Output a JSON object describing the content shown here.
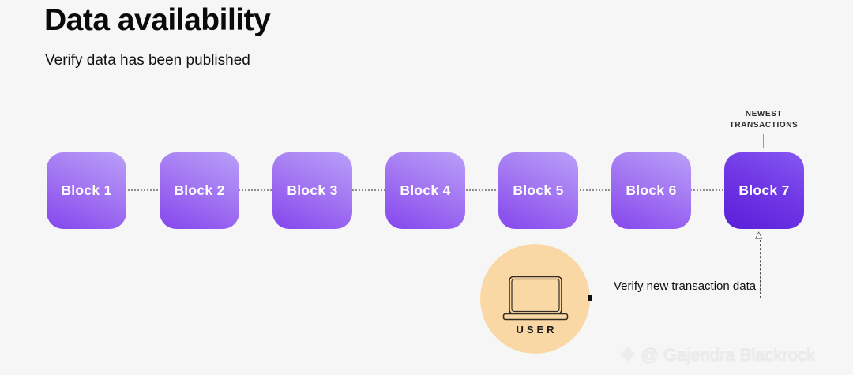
{
  "header": {
    "title": "Data availability",
    "subtitle": "Verify data has been published"
  },
  "diagram": {
    "blocks": [
      {
        "label": "Block 1"
      },
      {
        "label": "Block 2"
      },
      {
        "label": "Block 3"
      },
      {
        "label": "Block 4"
      },
      {
        "label": "Block 5"
      },
      {
        "label": "Block 6"
      },
      {
        "label": "Block 7"
      }
    ],
    "newest_annotation": {
      "line1": "NEWEST",
      "line2": "TRANSACTIONS"
    },
    "verify_arrow_label": "Verify new transaction data",
    "user": {
      "label": "USER",
      "icon": "laptop-icon"
    },
    "arrow_head_glyph": "△",
    "colors": {
      "background": "#f7f6f7",
      "block_gradient_light": "#b9a0f8",
      "block_gradient_dark": "#8546ed",
      "block7_gradient_light": "#8659f1",
      "block7_gradient_dark": "#5a1fd8",
      "user_circle_fill": "#f9d8a6",
      "connector_dotted": "#8f8f8f",
      "block_text": "#ffffff"
    }
  },
  "watermark": {
    "icon_glyph": "❖",
    "text": "@ Gajendra Blackrock"
  }
}
